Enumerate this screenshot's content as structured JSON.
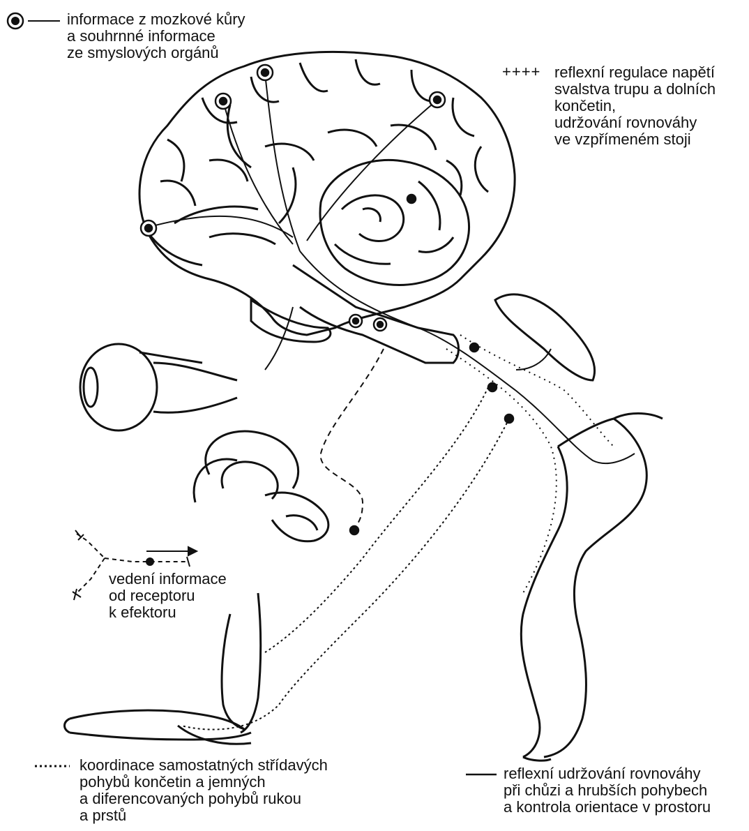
{
  "legend": {
    "cortex": {
      "marker": "circle-dot",
      "lines": [
        "informace z mozkové kůry",
        "a souhrnné informace",
        "ze smyslových orgánů"
      ]
    },
    "vestibular": {
      "marker_text": "++++",
      "lines": [
        "reflexní regulace napětí",
        "svalstva trupu a dolních",
        "končetin,",
        "udržování rovnováhy",
        "ve vzpřímeném stoji"
      ]
    },
    "receptor_effector": {
      "marker": "neuron-pathway-arrow",
      "lines": [
        "vedení informace",
        "od receptoru",
        "k efektoru"
      ]
    },
    "fine_movements": {
      "marker": "dotted-line",
      "lines": [
        "koordinace samostatných střídavých",
        "pohybů končetin a jemných",
        "a diferencovaných pohybů rukou",
        "a prstů"
      ]
    },
    "gross_balance": {
      "marker": "solid-line",
      "lines": [
        "reflexní udržování rovnováhy",
        "při chůzi a hrubších pohybech",
        "a kontrola orientace v prostoru"
      ]
    }
  },
  "colors": {
    "ink": "#111111",
    "background": "#ffffff"
  }
}
